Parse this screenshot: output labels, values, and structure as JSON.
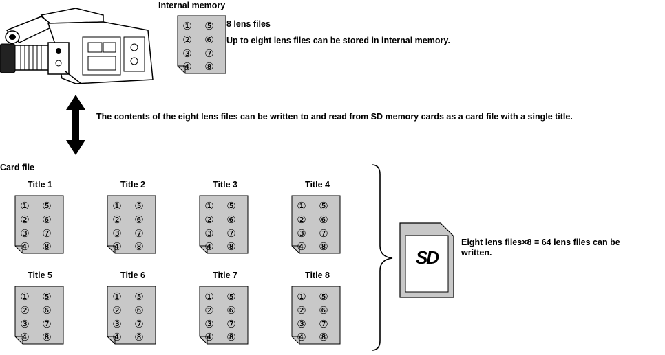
{
  "internal": {
    "heading": "Internal memory",
    "count_label": "8 lens files",
    "description": "Up to eight lens files can be stored in internal memory."
  },
  "transfer_note": "The contents of the eight lens files can be written to and read from SD memory cards as a card file with a single title.",
  "card_file": {
    "heading": "Card file",
    "titles": [
      "Title 1",
      "Title 2",
      "Title 3",
      "Title 4",
      "Title 5",
      "Title 6",
      "Title 7",
      "Title 8"
    ]
  },
  "sd_card": {
    "logo": "SD",
    "capacity_line1": "Eight lens files×8 = 64 lens files can be",
    "capacity_line2": "written."
  },
  "lens_numbers": [
    "①",
    "②",
    "③",
    "④",
    "⑤",
    "⑥",
    "⑦",
    "⑧"
  ],
  "colors": {
    "sheet_fill": "#c8c8c8",
    "outline": "#000000"
  }
}
